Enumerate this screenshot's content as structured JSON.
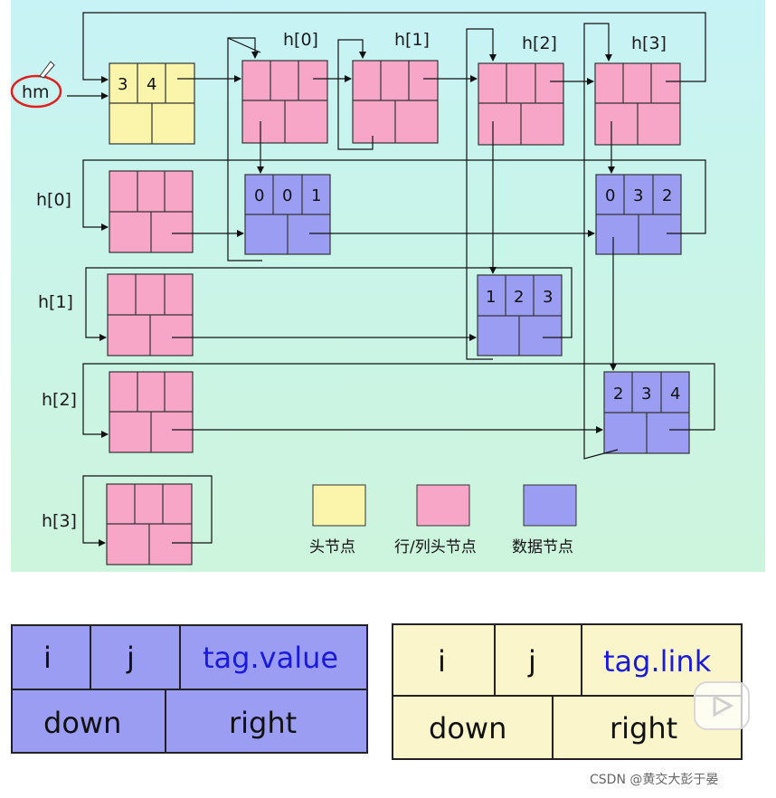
{
  "head": {
    "label": "hm",
    "values": [
      "3",
      "4"
    ]
  },
  "header_labels": [
    "h[0]",
    "h[1]",
    "h[2]",
    "h[3]"
  ],
  "row_labels": [
    "h[0]",
    "h[1]",
    "h[2]",
    "h[3]"
  ],
  "data_nodes": [
    {
      "values": [
        "0",
        "0",
        "1"
      ]
    },
    {
      "values": [
        "0",
        "3",
        "2"
      ]
    },
    {
      "values": [
        "1",
        "2",
        "3"
      ]
    },
    {
      "values": [
        "2",
        "3",
        "4"
      ]
    }
  ],
  "legend": [
    {
      "label": "头节点",
      "color": "#faf5ab"
    },
    {
      "label": "行/列头节点",
      "color": "#f7a6c8"
    },
    {
      "label": "数据节点",
      "color": "#9b9df2"
    }
  ],
  "node_struct_data": {
    "i": "i",
    "j": "j",
    "value": "tag.value",
    "down": "down",
    "right": "right",
    "color": "#9b9df2"
  },
  "node_struct_link": {
    "i": "i",
    "j": "j",
    "link": "tag.link",
    "down": "down",
    "right": "right",
    "color": "#faf5ca"
  },
  "watermark": "CSDN @黄交大彭于晏",
  "colors": {
    "head": "#faf5ab",
    "header": "#f7a6c8",
    "data": "#9b9df2",
    "annotation": "#e02020"
  }
}
